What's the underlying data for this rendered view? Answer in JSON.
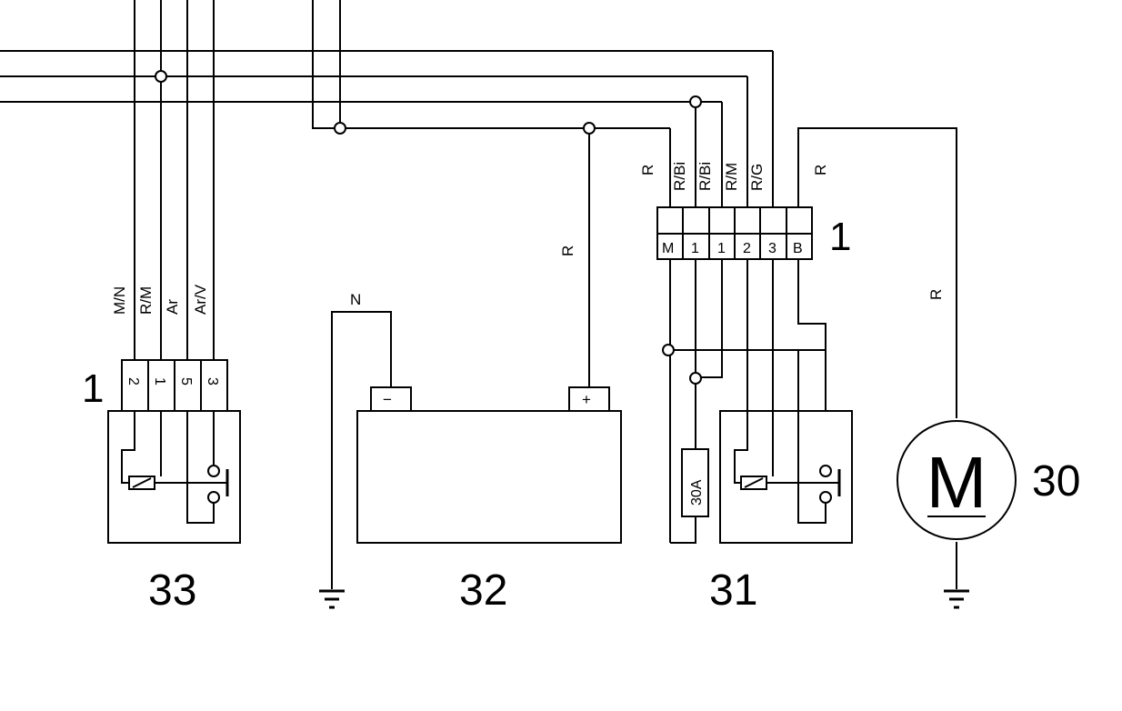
{
  "wire_labels": {
    "relay33": [
      "M/N",
      "R/M",
      "Ar",
      "Ar/V"
    ],
    "battery_neg": "N",
    "battery_pos": "R",
    "relay31": [
      "R",
      "R/Bi",
      "R/Bi",
      "R/M",
      "R/G",
      "R"
    ],
    "motor": "R"
  },
  "connector33": {
    "id": "1",
    "pins": [
      "2",
      "1",
      "5",
      "3"
    ]
  },
  "connector31": {
    "id": "1",
    "pins": [
      "M",
      "1",
      "1",
      "2",
      "3",
      "B"
    ]
  },
  "battery": {
    "neg": "−",
    "pos": "+"
  },
  "fuse": "30A",
  "motor_symbol": "M",
  "components": {
    "relay33": "33",
    "battery": "32",
    "relay31": "31",
    "motor": "30"
  }
}
